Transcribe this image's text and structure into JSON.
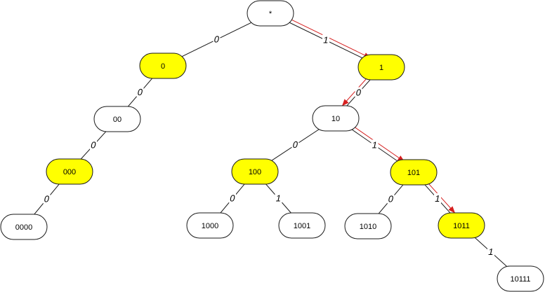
{
  "colors": {
    "highlight_fill": "#ffff00",
    "default_fill": "#ffffff",
    "arrow": "#d62020",
    "stroke": "#1a1a1a"
  },
  "nodes": [
    {
      "id": "root",
      "label": "*",
      "highlighted": false
    },
    {
      "id": "n0",
      "label": "0",
      "highlighted": true
    },
    {
      "id": "n1",
      "label": "1",
      "highlighted": true
    },
    {
      "id": "n00",
      "label": "00",
      "highlighted": false
    },
    {
      "id": "n10",
      "label": "10",
      "highlighted": false
    },
    {
      "id": "n000",
      "label": "000",
      "highlighted": true
    },
    {
      "id": "n100",
      "label": "100",
      "highlighted": true
    },
    {
      "id": "n101",
      "label": "101",
      "highlighted": true
    },
    {
      "id": "n0000",
      "label": "0000",
      "highlighted": false
    },
    {
      "id": "n1000",
      "label": "1000",
      "highlighted": false
    },
    {
      "id": "n1001",
      "label": "1001",
      "highlighted": false
    },
    {
      "id": "n1010",
      "label": "1010",
      "highlighted": false
    },
    {
      "id": "n1011",
      "label": "1011",
      "highlighted": true
    },
    {
      "id": "n10111",
      "label": "10111",
      "highlighted": false
    }
  ],
  "edges": [
    {
      "from": "root",
      "to": "n0",
      "label": "0"
    },
    {
      "from": "root",
      "to": "n1",
      "label": "1"
    },
    {
      "from": "n0",
      "to": "n00",
      "label": "0"
    },
    {
      "from": "n00",
      "to": "n000",
      "label": "0"
    },
    {
      "from": "n000",
      "to": "n0000",
      "label": "0"
    },
    {
      "from": "n1",
      "to": "n10",
      "label": "0"
    },
    {
      "from": "n10",
      "to": "n100",
      "label": "0"
    },
    {
      "from": "n10",
      "to": "n101",
      "label": "1"
    },
    {
      "from": "n100",
      "to": "n1000",
      "label": "0"
    },
    {
      "from": "n100",
      "to": "n1001",
      "label": "1"
    },
    {
      "from": "n101",
      "to": "n1010",
      "label": "0"
    },
    {
      "from": "n101",
      "to": "n1011",
      "label": "1"
    },
    {
      "from": "n1011",
      "to": "n10111",
      "label": "1"
    }
  ],
  "search_path": [
    "root",
    "n1",
    "n10",
    "n101",
    "n1011"
  ]
}
